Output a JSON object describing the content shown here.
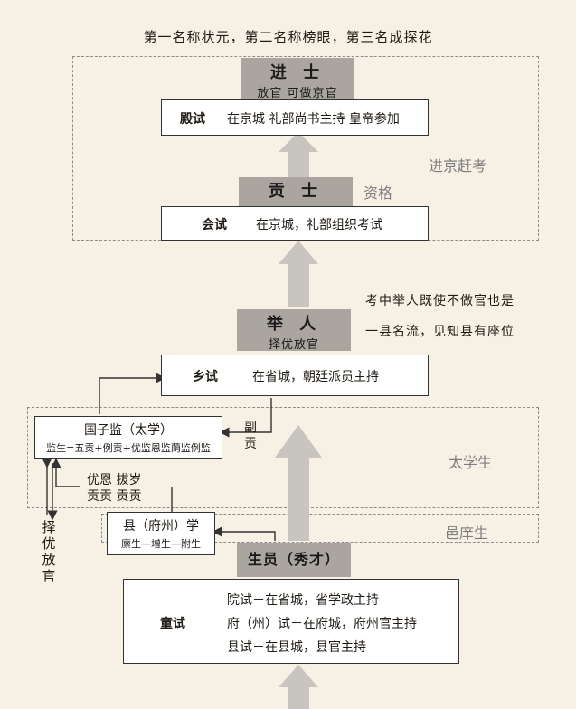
{
  "top_note": "第一名称状元，第二名称榜眼，第三名成探花",
  "zones": {
    "capital": "进京赶考",
    "taixue": "太学生",
    "yixiang": "邑庠生"
  },
  "ranks": {
    "jinshi": {
      "title": "进 士",
      "sub": "放官  可做京官"
    },
    "gongshi": {
      "title": "贡 士",
      "side": "资格"
    },
    "juren": {
      "title": "举 人",
      "sub": "择优放官"
    },
    "shengyuan": {
      "title": "生员（秀才）"
    }
  },
  "exams": {
    "dianshi": {
      "name": "殿试",
      "desc": "在京城 礼部尚书主持 皇帝参加"
    },
    "huishi": {
      "name": "会试",
      "desc": "在京城，礼部组织考试"
    },
    "xiangshi": {
      "name": "乡试",
      "desc": "在省城，朝廷派员主持"
    },
    "tongshi": {
      "name": "童试",
      "lines": [
        "院试－在省城，省学政主持",
        "府（州）试－在府城，府州官主持",
        "县试－在县城，县官主持"
      ]
    }
  },
  "juren_note": [
    "考中举人既使不做官也是",
    "一县名流，见知县有座位"
  ],
  "guozijian": {
    "title": "国子监（太学）",
    "sub": "监生=五贡+例贡+优监恩监荫监例监"
  },
  "fugong": [
    "副",
    "贡"
  ],
  "gong_types": [
    "优恩 拔岁",
    "贡贡 贡贡"
  ],
  "xianxue": {
    "title": "县（府州）学",
    "sub": "廪生—增生—附生"
  },
  "zeyou_vertical": [
    "择",
    "优",
    "放",
    "官"
  ]
}
